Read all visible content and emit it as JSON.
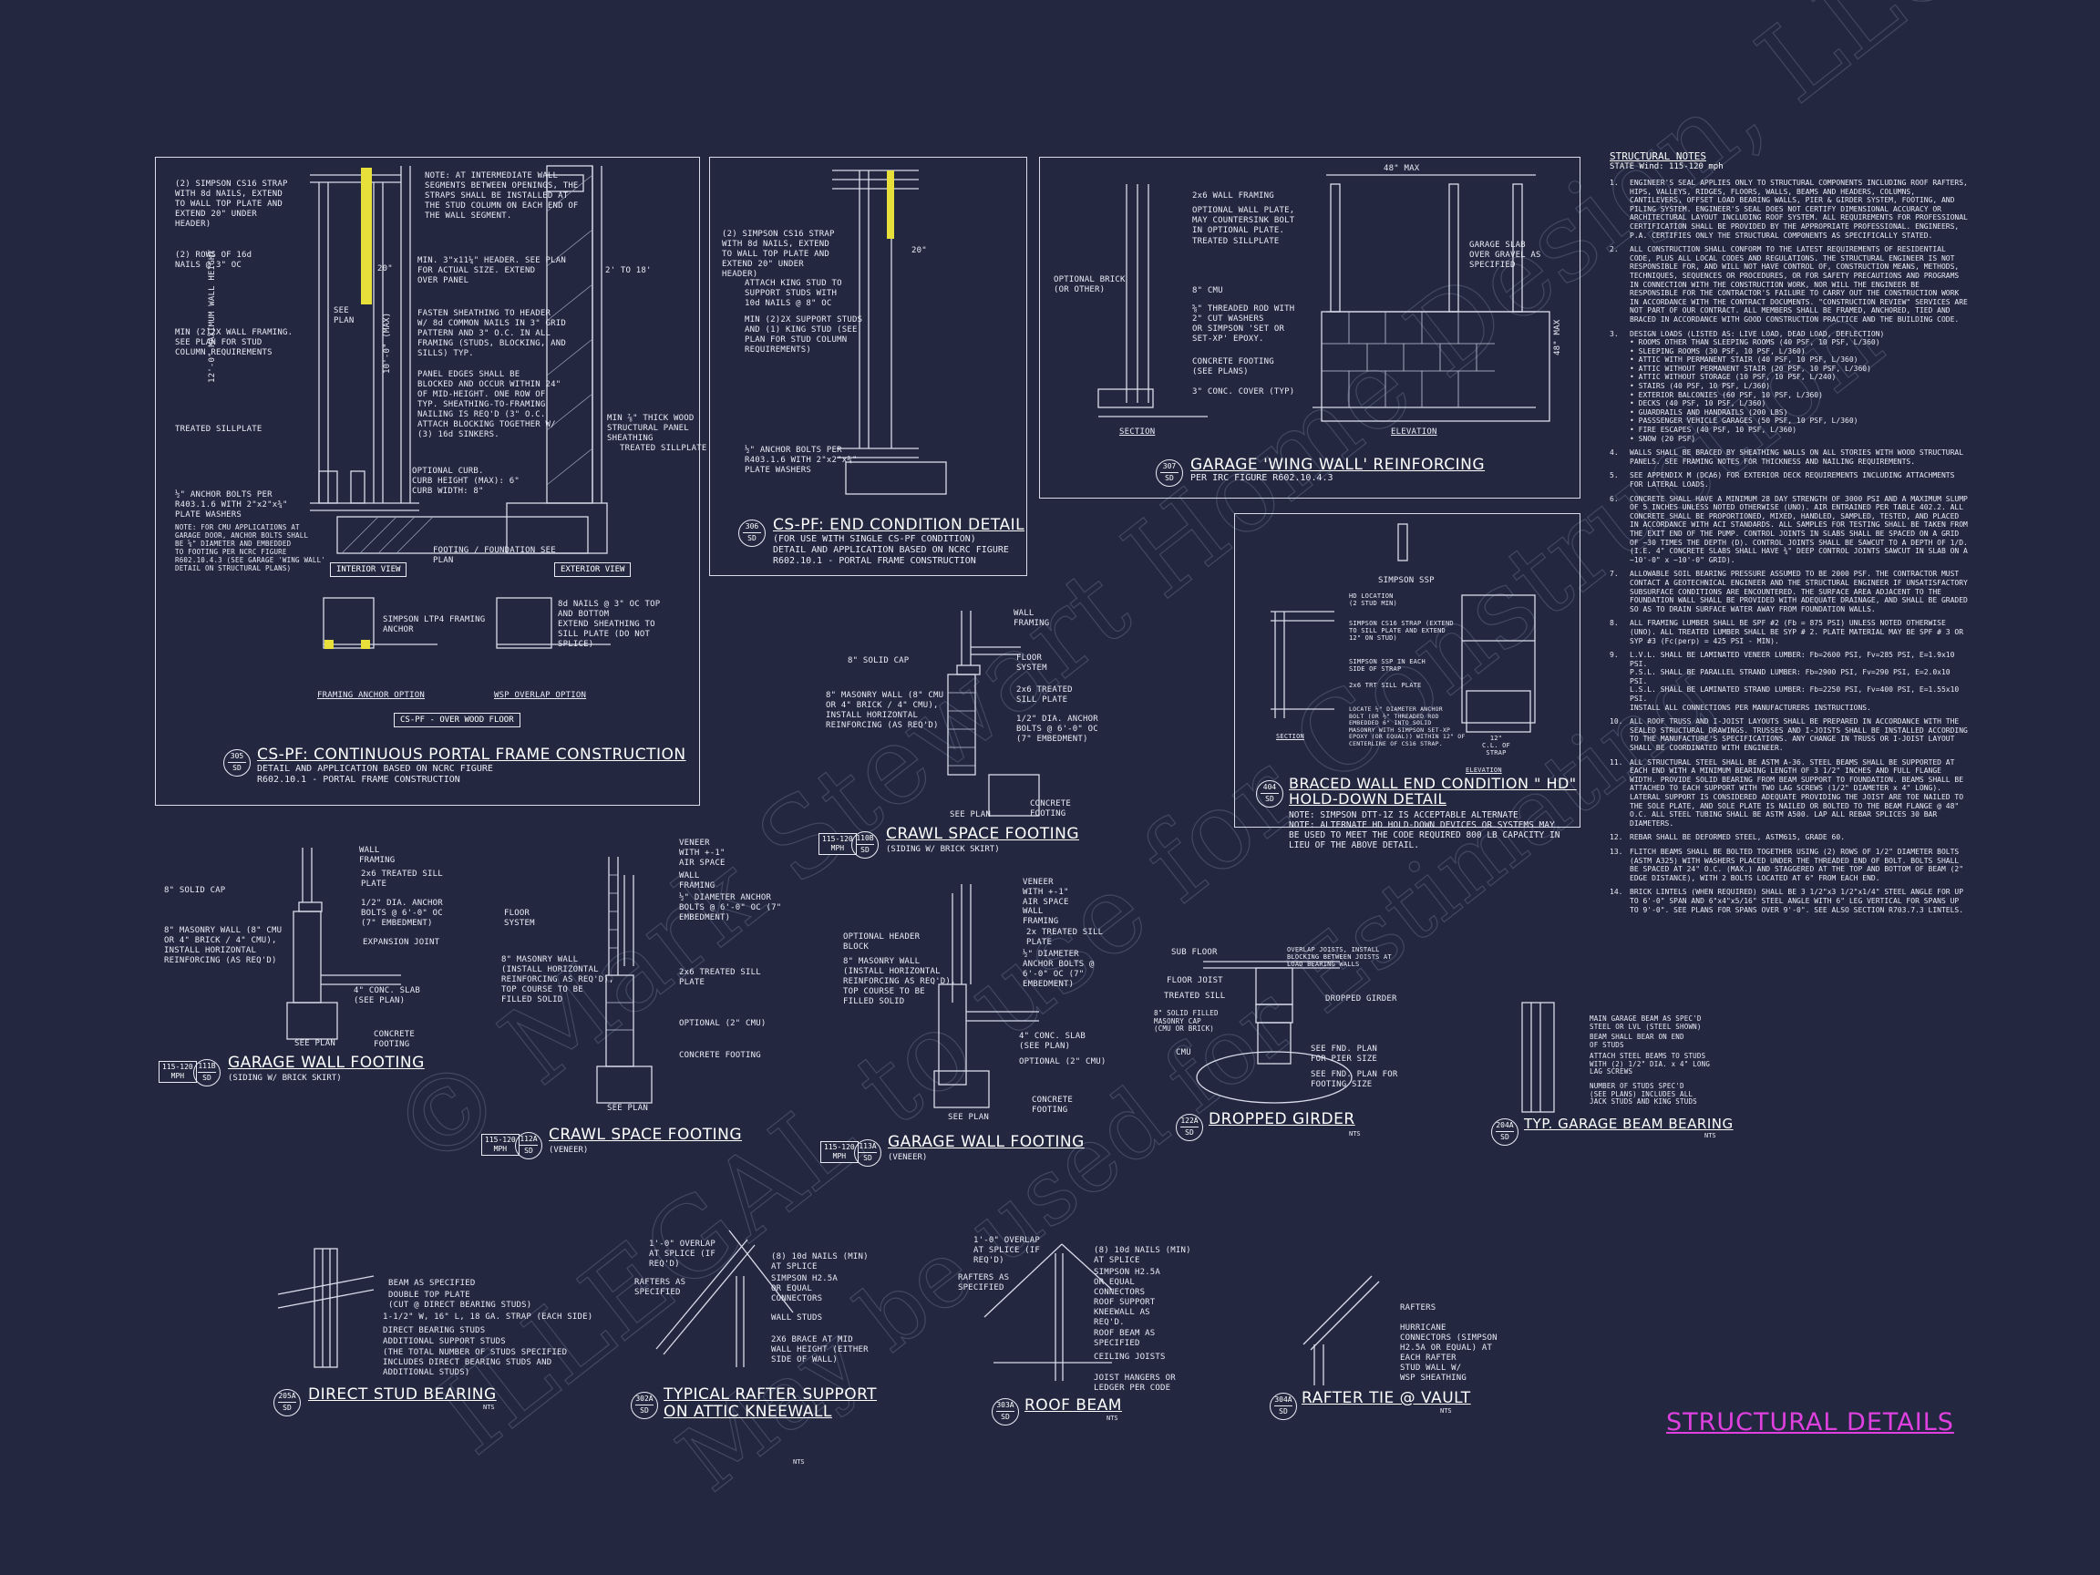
{
  "sheet_title": "STRUCTURAL DETAILS",
  "watermark": [
    "© Mark Stewart Home Design, LLC",
    "ILLEGAL to use for Construction",
    "May be used for Estimating"
  ],
  "details": {
    "d305": {
      "id": "305",
      "sheet": "SD",
      "title": "CS-PF: CONTINUOUS PORTAL FRAME CONSTRUCTION",
      "subtitle": "DETAIL AND APPLICATION BASED ON NCRC FIGURE\nR602.10.1 - PORTAL FRAME CONSTRUCTION",
      "notes": {
        "a": "(2) SIMPSON CS16 STRAP\nWITH 8d NAILS, EXTEND\nTO WALL TOP PLATE AND\nEXTEND 20\" UNDER\nHEADER)",
        "b": "(2) ROWS OF 16d\nNAILS @ 3\" OC",
        "c": "MIN (2)2X WALL FRAMING.\nSEE PLAN FOR STUD\nCOLUMN REQUIREMENTS",
        "d": "TREATED SILLPLATE",
        "e": "½\" ANCHOR BOLTS PER\nR403.1.6 WITH 2\"x2\"x¾\"\nPLATE WASHERS",
        "f": "NOTE: FOR CMU APPLICATIONS AT\nGARAGE DOOR, ANCHOR BOLTS SHALL\nBE ⅝\" DIAMETER AND EMBEDDED\nTO FOOTING PER NCRC FIGURE\nR602.10.4.3 (SEE GARAGE 'WING WALL'\nDETAIL ON STRUCTURAL PLANS)",
        "g": "NOTE: AT INTERMEDIATE WALL\nSEGMENTS BETWEEN OPENINGS, THE\nSTRAPS SHALL BE INSTALLED AT\nTHE STUD COLUMN ON EACH END OF\nTHE WALL SEGMENT.",
        "h": "MIN. 3\"x11¼\" HEADER. SEE PLAN\nFOR ACTUAL SIZE. EXTEND\nOVER PANEL",
        "i": "FASTEN SHEATHING TO HEADER\nW/ 8d COMMON NAILS IN 3\" GRID\nPATTERN AND 3\" O.C. IN ALL\nFRAMING (STUDS, BLOCKING, AND\nSILLS) TYP.",
        "j": "PANEL EDGES SHALL BE\nBLOCKED AND OCCUR WITHIN 24\"\nOF MID-HEIGHT. ONE ROW OF\nTYP. SHEATHING-TO-FRAMING\nNAILING IS REQ'D (3\" O.C.\nATTACH BLOCKING TOGETHER W/\n(3) 16d SINKERS.",
        "k": "MIN ⅞\" THICK WOOD\nSTRUCTURAL PANEL\nSHEATHING",
        "l": "TREATED SILLPLATE",
        "m": "OPTIONAL CURB.\nCURB HEIGHT (MAX): 6\"\nCURB WIDTH: 8\"",
        "n": "FOOTING / FOUNDATION SEE\nPLAN",
        "o": "SIMPSON LTP4 FRAMING\nANCHOR",
        "p": "8d NAILS @ 3\" OC TOP\nAND BOTTOM\nEXTEND SHEATHING TO\nSILL PLATE (DO NOT\nSPLICE)",
        "q": "12'-0\" MAXIMUM WALL HEIGHT",
        "r": "10'-0\" (MAX)",
        "s": "SEE\nPLAN",
        "t": "20\"",
        "u": "2' TO 18'"
      },
      "interior_view": "INTERIOR VIEW",
      "exterior_view": "EXTERIOR VIEW",
      "framing_anchor": "FRAMING ANCHOR OPTION",
      "wsp_overlap": "WSP OVERLAP OPTION",
      "over_wood": "CS-PF - OVER WOOD FLOOR"
    },
    "d306": {
      "id": "306",
      "sheet": "SD",
      "title": "CS-PF: END CONDITION DETAIL",
      "subtitle": "(FOR USE WITH SINGLE CS-PF CONDITION)\nDETAIL AND APPLICATION BASED ON NCRC FIGURE\nR602.10.1 - PORTAL FRAME CONSTRUCTION",
      "notes": {
        "a": "(2) SIMPSON CS16 STRAP\nWITH 8d NAILS, EXTEND\nTO WALL TOP PLATE AND\nEXTEND 20\" UNDER\nHEADER)",
        "b": "ATTACH KING STUD TO\nSUPPORT STUDS WITH\n10d NAILS @ 8\" OC",
        "c": "MIN (2)2X SUPPORT STUDS\nAND (1) KING STUD (SEE\nPLAN FOR STUD COLUMN\nREQUIREMENTS)",
        "d": "½\" ANCHOR BOLTS PER\nR403.1.6 WITH 2\"x2\"x¾\"\nPLATE WASHERS",
        "e": "20\""
      }
    },
    "d307": {
      "id": "307",
      "sheet": "SD",
      "title": "GARAGE 'WING WALL' REINFORCING",
      "subtitle": "PER IRC FIGURE R602.10.4.3",
      "notes": {
        "a": "2x6 WALL FRAMING",
        "b": "OPTIONAL WALL PLATE,\nMAY COUNTERSINK BOLT\nIN OPTIONAL PLATE.",
        "c": "TREATED SILLPLATE",
        "d": "OPTIONAL BRICK\n(OR OTHER)",
        "e": "8\" CMU",
        "f": "⅝\" THREADED ROD WITH\n2\" CUT WASHERS\nOR SIMPSON 'SET OR\nSET-XP' EPOXY.",
        "g": "CONCRETE FOOTING\n(SEE PLANS)",
        "h": "3\" CONC. COVER (TYP)",
        "i": "GARAGE SLAB\nOVER GRAVEL AS\nSPECIFIED",
        "j": "48\" MAX",
        "k": "48\" MAX",
        "section": "SECTION",
        "elevation": "ELEVATION"
      }
    },
    "d404": {
      "id": "404",
      "sheet": "SD",
      "title": "BRACED WALL END CONDITION \" HD\"\nHOLD-DOWN DETAIL",
      "subtitle": "NOTE: SIMPSON DTT-1Z IS ACCEPTABLE ALTERNATE\nNOTE: ALTERNATE HD HOLD-DOWN DEVICES OR SYSTEMS MAY\nBE USED TO MEET THE CODE REQUIRED 800 LB CAPACITY IN\nLIEU OF THE ABOVE DETAIL.",
      "notes": {
        "a": "SIMPSON SSP",
        "b": "HD LOCATION\n(2 STUD MIN)",
        "c": "SIMPSON CS16 STRAP (EXTEND\nTO SILL PLATE AND EXTEND\n12\" ON STUD)",
        "d": "SIMPSON SSP IN EACH\nSIDE OF STRAP",
        "e": "2x6 TRT SILL PLATE",
        "f": "LOCATE ½\" DIAMETER ANCHOR\nBOLT (OR ½\" THREADED ROD\nEMBEDDED 6\" INTO SOLID\nMASONRY WITH SIMPSON SET-XP\nEPOXY (OR EQUAL)) WITHIN 12\" OF\nCENTERLINE OF CS16 STRAP.",
        "g": "12\"\nC.L. OF\nSTRAP",
        "section": "SECTION",
        "elevation": "ELEVATION"
      }
    },
    "d110b": {
      "id": "110B",
      "sheet": "SD",
      "mph": "115-120\nMPH",
      "title": "CRAWL SPACE FOOTING",
      "subtitle": "(SIDING W/ BRICK SKIRT)",
      "notes": {
        "a": "WALL\nFRAMING",
        "b": "8\" SOLID CAP",
        "c": "FLOOR\nSYSTEM",
        "d": "8\" MASONRY WALL (8\" CMU\nOR 4\" BRICK / 4\" CMU),\nINSTALL HORIZONTAL\nREINFORCING (AS REQ'D)",
        "e": "2x6 TREATED\nSILL PLATE",
        "f": "1/2\" DIA. ANCHOR\nBOLTS @ 6'-0\" OC\n(7\" EMBEDMENT)",
        "g": "CONCRETE\nFOOTING",
        "h": "SEE PLAN"
      }
    },
    "d111b": {
      "id": "111B",
      "sheet": "SD",
      "mph": "115-120\nMPH",
      "title": "GARAGE WALL FOOTING",
      "subtitle": "(SIDING W/ BRICK SKIRT)",
      "notes": {
        "a": "WALL\nFRAMING",
        "b": "8\" SOLID CAP",
        "c": "2x6 TREATED SILL\nPLATE",
        "d": "8\" MASONRY WALL (8\" CMU\nOR 4\" BRICK / 4\" CMU),\nINSTALL HORIZONTAL\nREINFORCING (AS REQ'D)",
        "e": "1/2\" DIA. ANCHOR\nBOLTS @ 6'-0\" OC\n(7\" EMBEDMENT)",
        "f": "EXPANSION JOINT",
        "g": "4\" CONC. SLAB\n(SEE PLAN)",
        "h": "CONCRETE\nFOOTING",
        "i": "SEE PLAN"
      }
    },
    "d112a": {
      "id": "112A",
      "sheet": "SD",
      "mph": "115-120\nMPH",
      "title": "CRAWL SPACE FOOTING",
      "subtitle": "(VENEER)",
      "notes": {
        "a": "VENEER\nWITH +-1\"\nAIR SPACE",
        "b": "WALL\nFRAMING",
        "c": "FLOOR\nSYSTEM",
        "d": "½\" DIAMETER ANCHOR\nBOLTS @ 6'-0\" OC (7\"\nEMBEDMENT)",
        "e": "8\" MASONRY WALL\n(INSTALL HORIZONTAL\nREINFORCING AS REQ'D),\nTOP COURSE TO BE\nFILLED SOLID",
        "f": "2x6 TREATED SILL\nPLATE",
        "g": "OPTIONAL (2\" CMU)",
        "h": "CONCRETE FOOTING",
        "i": "SEE PLAN"
      }
    },
    "d113a": {
      "id": "113A",
      "sheet": "SD",
      "mph": "115-120\nMPH",
      "title": "GARAGE WALL FOOTING",
      "subtitle": "(VENEER)",
      "notes": {
        "a": "VENEER\nWITH +-1\"\nAIR SPACE",
        "b": "WALL\nFRAMING",
        "c": "OPTIONAL HEADER\nBLOCK",
        "d": "8\" MASONRY WALL\n(INSTALL HORIZONTAL\nREINFORCING AS REQ'D),\nTOP COURSE TO BE\nFILLED SOLID",
        "e": "2x TREATED SILL\nPLATE",
        "f": "½\" DIAMETER\nANCHOR BOLTS @\n6'-0\" OC (7\"\nEMBEDMENT)",
        "g": "4\" CONC. SLAB\n(SEE PLAN)",
        "h": "OPTIONAL (2\" CMU)",
        "i": "CONCRETE\nFOOTING",
        "j": "SEE PLAN"
      }
    },
    "d122a": {
      "id": "122A",
      "sheet": "SD",
      "title": "DROPPED GIRDER",
      "nts": "NTS",
      "notes": {
        "a": "SUB FLOOR",
        "b": "OVERLAP JOISTS, INSTALL\nBLOCKING BETWEEN JOISTS AT\nLOAD BEARING WALLS",
        "c": "FLOOR JOIST",
        "d": "TREATED SILL",
        "e": "8\" SOLID FILLED\nMASONRY CAP\n(CMU OR BRICK)",
        "f": "DROPPED GIRDER",
        "g": "CMU",
        "h": "SEE FND. PLAN\nFOR PIER SIZE",
        "i": "SEE FND. PLAN FOR\nFOOTING SIZE"
      }
    },
    "d204a": {
      "id": "204A",
      "sheet": "SD",
      "title": "TYP. GARAGE BEAM BEARING",
      "nts": "NTS",
      "notes": {
        "a": "MAIN GARAGE BEAM AS SPEC'D\nSTEEL OR LVL (STEEL SHOWN)",
        "b": "BEAM SHALL BEAR ON END\nOF STUDS",
        "c": "ATTACH STEEL BEAMS TO STUDS\nWITH (2) 1/2\" DIA. x 4\" LONG\nLAG SCREWS",
        "d": "NUMBER OF STUDS SPEC'D\n(SEE PLANS) INCLUDES ALL\nJACK STUDS AND KING STUDS"
      }
    },
    "d205a": {
      "id": "205A",
      "sheet": "SD",
      "title": "DIRECT STUD BEARING",
      "nts": "NTS",
      "notes": {
        "a": "BEAM AS SPECIFIED",
        "b": "DOUBLE TOP PLATE\n(CUT @ DIRECT BEARING STUDS)",
        "c": "1-1/2\" W, 16\" L, 18 GA. STRAP (EACH SIDE)",
        "d": "DIRECT BEARING STUDS",
        "e": "ADDITIONAL SUPPORT STUDS",
        "f": "(THE TOTAL NUMBER OF STUDS SPECIFIED\nINCLUDES DIRECT BEARING STUDS AND\nADDITIONAL STUDS)"
      }
    },
    "d302a": {
      "id": "302A",
      "sheet": "SD",
      "title": "TYPICAL RAFTER SUPPORT\nON ATTIC KNEEWALL",
      "nts": "NTS",
      "notes": {
        "a": "1'-0\" OVERLAP\nAT SPLICE (IF\nREQ'D)",
        "b": "(8) 10d NAILS (MIN)\nAT SPLICE",
        "c": "RAFTERS AS\nSPECIFIED",
        "d": "SIMPSON H2.5A\nOR EQUAL\nCONNECTORS",
        "e": "WALL STUDS",
        "f": "2X6 BRACE AT MID\nWALL HEIGHT (EITHER\nSIDE OF WALL)"
      }
    },
    "d303a": {
      "id": "303A",
      "sheet": "SD",
      "title": "ROOF BEAM",
      "nts": "NTS",
      "notes": {
        "a": "1'-0\" OVERLAP\nAT SPLICE (IF\nREQ'D)",
        "b": "(8) 10d NAILS (MIN)\nAT SPLICE",
        "c": "RAFTERS AS\nSPECIFIED",
        "d": "SIMPSON H2.5A\nOR EQUAL\nCONNECTORS",
        "e": "ROOF SUPPORT\nKNEEWALL AS\nREQ'D.",
        "f": "ROOF BEAM AS\nSPECIFIED",
        "g": "CEILING JOISTS",
        "h": "JOIST HANGERS OR\nLEDGER PER CODE"
      }
    },
    "d304a": {
      "id": "304A",
      "sheet": "SD",
      "title": "RAFTER TIE @ VAULT",
      "nts": "NTS",
      "notes": {
        "a": "RAFTERS",
        "b": "HURRICANE\nCONNECTORS (SIMPSON\nH2.5A OR EQUAL) AT\nEACH RAFTER",
        "c": "STUD WALL W/\nWSP SHEATHING"
      }
    }
  },
  "structural_notes": {
    "heading": "STRUCTURAL NOTES",
    "subheading": "STATE Wind: 115-120 mph",
    "items": [
      {
        "n": "1.",
        "text": "ENGINEER'S SEAL APPLIES ONLY TO STRUCTURAL COMPONENTS INCLUDING ROOF RAFTERS, HIPS, VALLEYS, RIDGES, FLOORS, WALLS, BEAMS AND HEADERS, COLUMNS, CANTILEVERS, OFFSET LOAD BEARING WALLS, PIER & GIRDER SYSTEM, FOOTING, AND PILING SYSTEM. ENGINEER'S SEAL DOES NOT CERTIFY DIMENSIONAL ACCURACY OR ARCHITECTURAL LAYOUT INCLUDING ROOF SYSTEM. ALL REQUIREMENTS FOR PROFESSIONAL CERTIFICATION SHALL BE PROVIDED BY THE APPROPRIATE PROFESSIONAL. ENGINEERS, P.A. CERTIFIES ONLY THE STRUCTURAL COMPONENTS AS SPECIFICALLY STATED."
      },
      {
        "n": "2.",
        "text": "ALL CONSTRUCTION SHALL CONFORM TO THE LATEST REQUIREMENTS OF RESIDENTIAL CODE, PLUS ALL LOCAL CODES AND REGULATIONS. THE STRUCTURAL ENGINEER IS NOT RESPONSIBLE FOR, AND WILL NOT HAVE CONTROL OF, CONSTRUCTION MEANS, METHODS, TECHNIQUES, SEQUENCES OR PROCEDURES, OR FOR SAFETY PRECAUTIONS AND PROGRAMS IN CONNECTION WITH THE CONSTRUCTION WORK, NOR WILL THE ENGINEER BE RESPONSIBLE FOR THE CONTRACTOR'S FAILURE TO CARRY OUT THE CONSTRUCTION WORK IN ACCORDANCE WITH THE CONTRACT DOCUMENTS. \"CONSTRUCTION REVIEW\" SERVICES ARE NOT PART OF OUR CONTRACT. ALL MEMBERS SHALL BE FRAMED, ANCHORED, TIED AND BRACED IN ACCORDANCE WITH GOOD CONSTRUCTION PRACTICE AND THE BUILDING CODE."
      },
      {
        "n": "3.",
        "text": "DESIGN LOADS (LISTED AS: LIVE LOAD, DEAD LOAD, DEFLECTION)\n• ROOMS OTHER THAN SLEEPING ROOMS (40 PSF, 10 PSF, L/360)\n• SLEEPING ROOMS (30 PSF, 10 PSF, L/360)\n• ATTIC WITH PERMANENT STAIR (40 PSF, 10 PSF, L/360)\n• ATTIC WITHOUT PERMANENT STAIR (20 PSF, 10 PSF, L/360)\n• ATTIC WITHOUT STORAGE (10 PSF, 10 PSF, L/240)\n• STAIRS (40 PSF, 10 PSF, L/360)\n• EXTERIOR BALCONIES (60 PSF, 10 PSF, L/360)\n• DECKS (40 PSF, 10 PSF, L/360)\n• GUARDRAILS AND HANDRAILS (200 LBS)\n• PASSSENGER VEHICLE GARAGES (50 PSF, 10 PSF, L/360)\n• FIRE ESCAPES (40 PSF, 10 PSF, L/360)\n• SNOW (20 PSF)"
      },
      {
        "n": "4.",
        "text": "WALLS SHALL BE BRACED BY SHEATHING WALLS ON ALL STORIES WITH WOOD STRUCTURAL PANELS. SEE FRAMING NOTES FOR THICKNESS AND NAILING REQUIREMENTS."
      },
      {
        "n": "5.",
        "text": "SEE APPENDIX M (DCA6) FOR EXTERIOR DECK REQUIREMENTS INCLUDING ATTACHMENTS FOR LATERAL LOADS."
      },
      {
        "n": "6.",
        "text": "CONCRETE SHALL HAVE A MINIMUM 28 DAY STRENGTH OF 3000 PSI AND A MAXIMUM SLUMP OF 5 INCHES UNLESS NOTED OTHERWISE (UNO). AIR ENTRAINED PER TABLE 402.2. ALL CONCRETE SHALL BE PROPORTIONED, MIXED, HANDLED, SAMPLED, TESTED, AND PLACED IN ACCORDANCE WITH ACI STANDARDS. ALL SAMPLES FOR TESTING SHALL BE TAKEN FROM THE EXIT END OF THE PUMP. CONTROL JOINTS IN SLABS SHALL BE SPACED ON A GRID OF ~30 TIMES THE DEPTH (D). CONTROL JOINTS SHALL BE SAWCUT TO A DEPTH OF 1/D. (I.E. 4\" CONCRETE SLABS SHALL HAVE ¾\" DEEP CONTROL JOINTS SAWCUT IN SLAB ON A ~10'-0\" x ~10'-0\" GRID)."
      },
      {
        "n": "7.",
        "text": "ALLOWABLE SOIL BEARING PRESSURE ASSUMED TO BE 2000 PSF. THE CONTRACTOR MUST CONTACT A GEOTECHNICAL ENGINEER AND THE STRUCTURAL ENGINEER IF UNSATISFACTORY SUBSURFACE CONDITIONS ARE ENCOUNTERED. THE SURFACE AREA ADJACENT TO THE FOUNDATION WALL SHALL BE PROVIDED WITH ADEQUATE DRAINAGE, AND SHALL BE GRADED SO AS TO DRAIN SURFACE WATER AWAY FROM FOUNDATION WALLS."
      },
      {
        "n": "8.",
        "text": "ALL FRAMING LUMBER SHALL BE SPF #2 (Fb = 875 PSI) UNLESS NOTED OTHERWISE (UNO). ALL TREATED LUMBER SHALL BE SYP # 2. PLATE MATERIAL MAY BE SPF # 3 OR SYP #3 (Fc(perp) = 425 PSI - MIN)."
      },
      {
        "n": "9.",
        "text": "L.V.L. SHALL BE LAMINATED VENEER LUMBER: Fb=2600 PSI, Fv=285 PSI, E=1.9x10 PSI.\nP.S.L. SHALL BE PARALLEL STRAND LUMBER: Fb=2900 PSI, Fv=290 PSI, E=2.0x10 PSI.\nL.S.L. SHALL BE LAMINATED STRAND LUMBER: Fb=2250 PSI, Fv=400 PSI, E=1.55x10 PSI.\nINSTALL ALL CONNECTIONS PER MANUFACTURERS INSTRUCTIONS."
      },
      {
        "n": "10.",
        "text": "ALL ROOF TRUSS AND I-JOIST LAYOUTS SHALL BE PREPARED IN ACCORDANCE WITH THE SEALED STRUCTURAL DRAWINGS. TRUSSES AND I-JOISTS SHALL BE INSTALLED ACCORDING TO THE MANUFACTURE'S SPECIFICATIONS. ANY CHANGE IN TRUSS OR I-JOIST LAYOUT SHALL BE COORDINATED WITH ENGINEER."
      },
      {
        "n": "11.",
        "text": "ALL STRUCTURAL STEEL SHALL BE ASTM A-36. STEEL BEAMS SHALL BE SUPPORTED AT EACH END WITH A MINIMUM BEARING LENGTH OF 3 1/2\" INCHES AND FULL FLANGE WIDTH. PROVIDE SOLID BEARING FROM BEAM SUPPORT TO FOUNDATION. BEAMS SHALL BE ATTACHED TO EACH SUPPORT WITH TWO LAG SCREWS (1/2\" DIAMETER x 4\" LONG). LATERAL SUPPORT IS CONSIDERED ADEQUATE PROVIDING THE JOIST ARE TOE NAILED TO THE SOLE PLATE, AND SOLE PLATE IS NAILED OR BOLTED TO THE BEAM FLANGE @ 48\" O.C. ALL STEEL TUBING SHALL BE ASTM A500. LAP ALL REBAR SPLICES 30 BAR DIAMETERS."
      },
      {
        "n": "12.",
        "text": "REBAR SHALL BE DEFORMED STEEL, ASTM615, GRADE 60."
      },
      {
        "n": "13.",
        "text": "FLITCH BEAMS SHALL BE BOLTED TOGETHER USING (2) ROWS OF 1/2\" DIAMETER BOLTS (ASTM A325) WITH WASHERS PLACED UNDER THE THREADED END OF BOLT. BOLTS SHALL BE SPACED AT 24\" O.C. (MAX.) AND STAGGERED AT THE TOP AND BOTTOM OF BEAM (2\" EDGE DISTANCE), WITH 2 BOLTS LOCATED AT 6\" FROM EACH END."
      },
      {
        "n": "14.",
        "text": "BRICK LINTELS (WHEN REQUIRED) SHALL BE 3 1/2\"x3 1/2\"x1/4\" STEEL ANGLE FOR UP TO 6'-0\" SPAN AND 6\"x4\"x5/16\" STEEL ANGLE WITH 6\" LEG VERTICAL FOR SPANS UP TO 9'-0\". SEE PLANS FOR SPANS OVER 9'-0\". SEE ALSO SECTION R703.7.3 LINTELS."
      }
    ]
  }
}
